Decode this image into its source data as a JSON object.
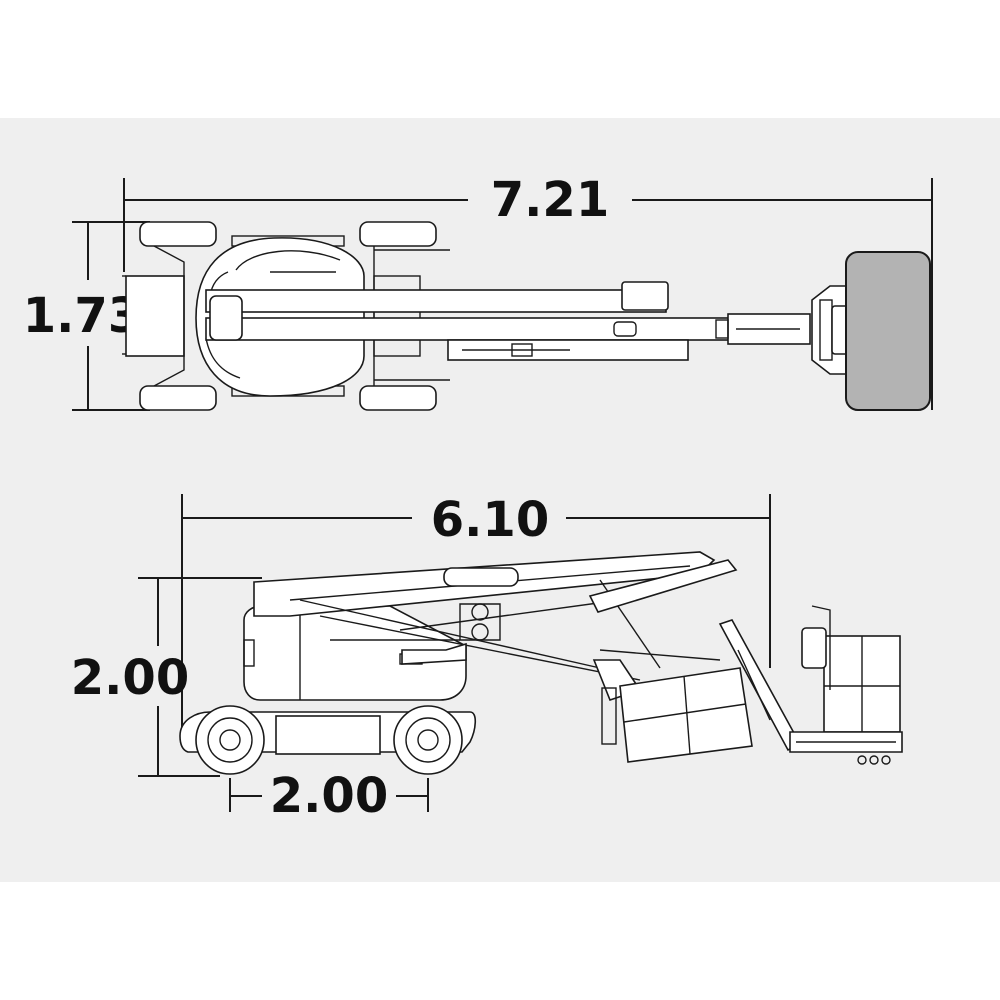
{
  "colors": {
    "background": "#ffffff",
    "panel": "#efefef",
    "ink": "#1a1a1a",
    "basket_fill": "#b3b3b3"
  },
  "top_view": {
    "overall_length_label": "7.21",
    "width_label": "1.73"
  },
  "side_view": {
    "stowed_length_label": "6.10",
    "height_label": "2.00",
    "wheelbase_label": "2.00"
  }
}
